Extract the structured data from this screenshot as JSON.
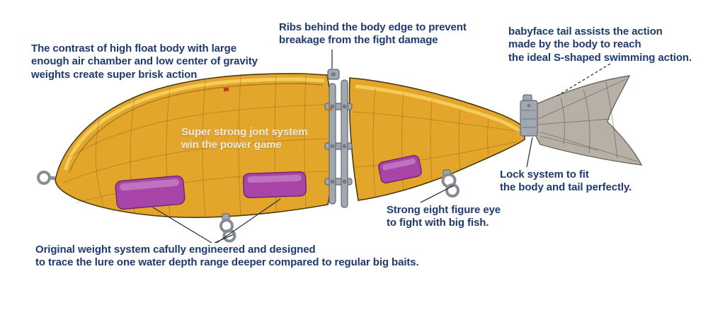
{
  "colors": {
    "ink": "#1e3a6e",
    "body-yellow": "#e3a62b",
    "body-rim": "#f5d05e",
    "weight-purple": "#a944a8",
    "tail-gray": "#b7b0a6",
    "metal-gray": "#a2a8b0",
    "outline-brown": "#4a3a10",
    "joint-text": "#ece9dd"
  },
  "annotations": {
    "float_body": {
      "text": "The contrast of high float body with large\nenough air chamber and low center of gravity\nweights create super brisk action"
    },
    "ribs": {
      "text": "Ribs behind the body edge to prevent\nbreakage from the fight damage"
    },
    "tail": {
      "text": "babyface tail assists the action\nmade by the body to reach\nthe ideal S-shaped swimming action."
    },
    "joint": {
      "text": "Super strong jont system\nwin the power game"
    },
    "lock": {
      "text": "Lock system to fit\nthe body and tail perfectly."
    },
    "figure_eight_eye": {
      "text": "Strong eight figure eye\nto fight with big fish."
    },
    "weight_system": {
      "text": "Original weight system cafully engineered and designed\nto trace the lure one water depth range deeper compared to regular big baits."
    }
  }
}
